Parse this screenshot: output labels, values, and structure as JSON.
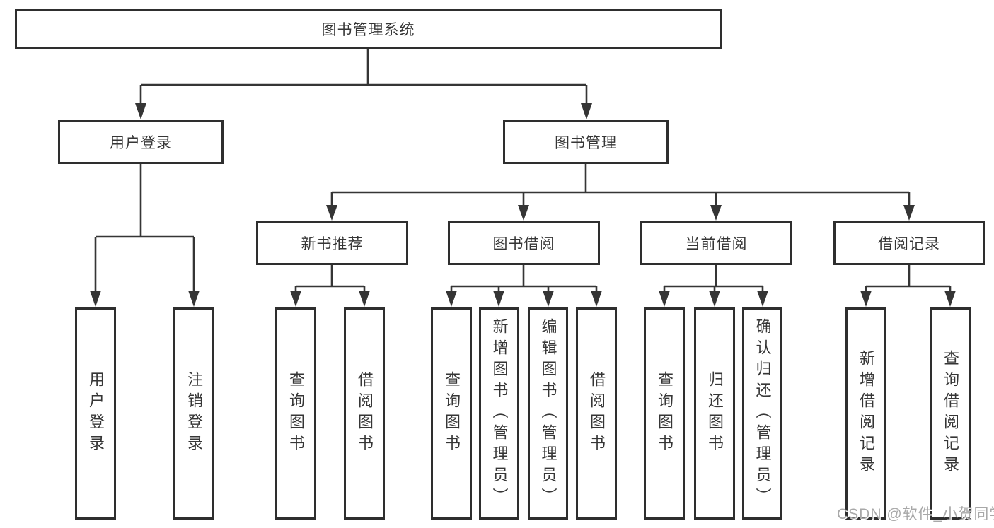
{
  "nodes": {
    "root": "图书管理系统",
    "user_login_branch": "用户登录",
    "book_mgmt_branch": "图书管理",
    "new_book_rec": "新书推荐",
    "book_borrow": "图书借阅",
    "current_borrow": "当前借阅",
    "borrow_record": "借阅记录",
    "leaf_user_login": "用户登录",
    "leaf_logout": "注销登录",
    "leaf_query_books_rec": "查询图书",
    "leaf_borrow_books_rec": "借阅图书",
    "leaf_query_books_borrow": "查询图书",
    "leaf_add_books_admin": "新增图书（管理员）",
    "leaf_edit_books_admin": "编辑图书（管理员）",
    "leaf_borrow_books_borrow": "借阅图书",
    "leaf_query_books_current": "查询图书",
    "leaf_return_books": "归还图书",
    "leaf_confirm_return_admin": "确认归还（管理员）",
    "leaf_add_borrow_record": "新增借阅记录",
    "leaf_query_borrow_record": "查询借阅记录"
  },
  "hierarchy": {
    "图书管理系统": {
      "用户登录": [
        "用户登录",
        "注销登录"
      ],
      "图书管理": {
        "新书推荐": [
          "查询图书",
          "借阅图书"
        ],
        "图书借阅": [
          "查询图书",
          "新增图书（管理员）",
          "编辑图书（管理员）",
          "借阅图书"
        ],
        "当前借阅": [
          "查询图书",
          "归还图书",
          "确认归还（管理员）"
        ],
        "借阅记录": [
          "新增借阅记录",
          "查询借阅记录"
        ]
      }
    }
  },
  "watermark": "CSDN @软件_小贺同学",
  "colors": {
    "line": "#353535",
    "border": "#2e2e2e",
    "text": "#363636",
    "background": "#ffffff",
    "watermark": "#a8a8a8"
  }
}
